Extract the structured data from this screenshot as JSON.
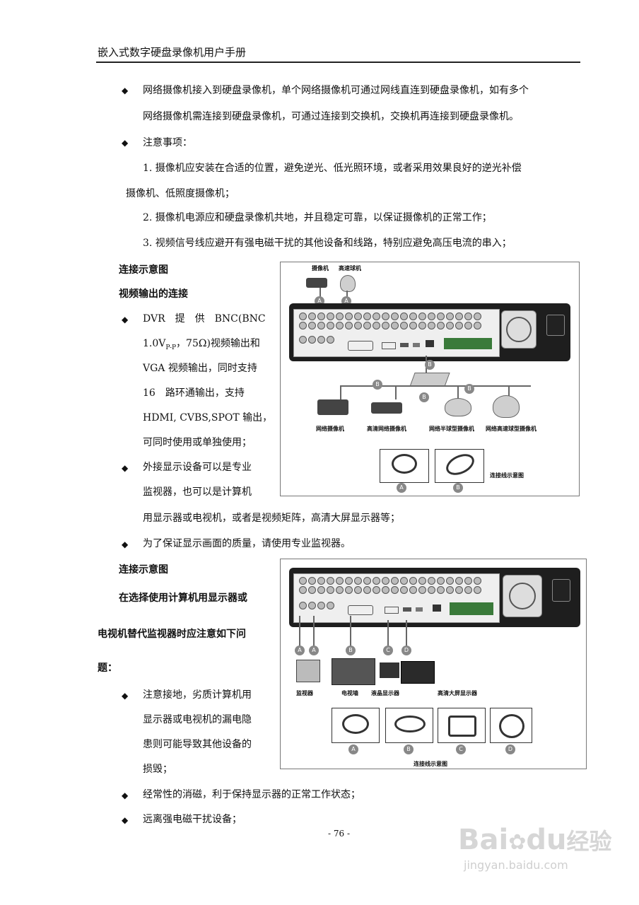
{
  "header": {
    "title": "嵌入式数字硬盘录像机用户手册"
  },
  "body": {
    "p1_line1": "网络摄像机接入到硬盘录像机，单个网络摄像机可通过网线直连到硬盘录像机，如有多个",
    "p1_line2": "网络摄像机需连接到硬盘录像机，可通过连接到交换机，交换机再连接到硬盘录像机。",
    "p2": "注意事项：",
    "item1_line1": "1. 摄像机应安装在合适的位置，避免逆光、低光照环境，或者采用效果良好的逆光补偿",
    "item1_line2": "摄像机、低照度摄像机；",
    "item2": "2. 摄像机电源应和硬盘录像机共地，并且稳定可靠，以保证摄像机的正常工作；",
    "item3": "3. 视频信号线应避开有强电磁干扰的其他设备和线路，特别应避免高压电流的串入；",
    "h_conn1": "连接示意图",
    "h_video": "视频输出的连接",
    "vo_l1": "DVR　提　供　BNC(BNC",
    "vo_l2_a": "1.0V",
    "vo_l2_sub": "P-P",
    "vo_l2_b": "，75Ω)视频输出和",
    "vo_l3": "VGA 视频输出，同时支持",
    "vo_l4": "16　路环通输出，支持",
    "vo_l5": "HDMI, CVBS,SPOT 输出，",
    "vo_l6": "可同时使用或单独使用；",
    "ext_l1": "外接显示设备可以是专业",
    "ext_l2": "监视器，也可以是计算机",
    "ext_l3": "用显示器或电视机，或者是视频矩阵，高清大屏显示器等；",
    "quality": "为了保证显示画面的质量，请使用专业监视器。",
    "h_conn2": "连接示意图",
    "pc_l1": "在选择使用计算机用显示器或",
    "pc_l2": "电视机替代监视器时应注意如下问",
    "pc_l3": "题：",
    "gnd_l1": "注意接地，劣质计算机用",
    "gnd_l2": "显示器或电视机的漏电隐",
    "gnd_l3": "患则可能导致其他设备的",
    "gnd_l4": "损毁；",
    "degauss": "经常性的消磁，利于保持显示器的正常工作状态；",
    "away": "远离强电磁干扰设备；",
    "bullet": "◆"
  },
  "figure1": {
    "cam_label": "摄像机",
    "speeddome_label": "高速球机",
    "ipc_label": "网络摄像机",
    "hd_ipc_label": "高清网络摄像机",
    "half_dome_label": "网络半球型摄像机",
    "speed_dome_ipc_label": "网络高速球型摄像机",
    "cable_caption": "连接线示意图",
    "badge_a": "A",
    "badge_b": "B"
  },
  "figure2": {
    "monitor_label": "监视器",
    "tvwall_label": "电视墙",
    "lcd_label": "液晶显示器",
    "bigscreen_label": "高清大屏显示器",
    "cable_caption": "连接线示意图",
    "badge_a": "A",
    "badge_b": "B",
    "badge_c": "C",
    "badge_d": "D"
  },
  "footer": {
    "page": "- 76 -"
  },
  "watermark": {
    "brand": "Bai",
    "brand2": "du",
    "cn": "经验",
    "url": "jingyan.baidu.com"
  }
}
